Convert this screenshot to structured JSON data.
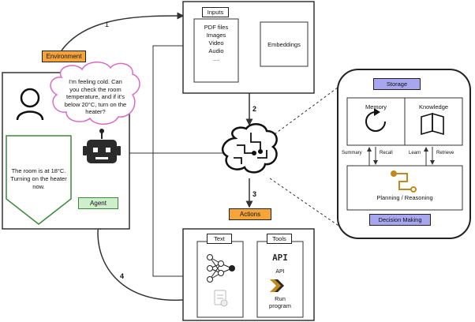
{
  "environment": {
    "label": "Environment"
  },
  "user_speech": {
    "line1": "I'm feeling cold. Can",
    "line2": "you check the room",
    "line3": "temperature, and if it's",
    "line4": "below 20°C, turn on the",
    "line5": "heater?"
  },
  "agent_speech": {
    "line1": "The room is at 18°C.",
    "line2": "Turning on the heater",
    "line3": "now."
  },
  "agent": {
    "label": "Agent"
  },
  "inputs": {
    "title": "Inputs",
    "items": [
      "PDF files",
      "Images",
      "Video",
      "Audio",
      "...."
    ],
    "embeddings_label": "Embeddings"
  },
  "steps": {
    "s1": "1",
    "s2": "2",
    "s3": "3",
    "s4": "4"
  },
  "actions": {
    "label": "Actions",
    "text_title": "Text",
    "tools_title": "Tools",
    "api_logo": "API",
    "api_label": "API",
    "run_line1": "Run",
    "run_line2": "program"
  },
  "storage": {
    "label": "Storage",
    "memory": "Memory",
    "knowledge": "Knowledge",
    "summary": "Summary",
    "recall": "Recall",
    "learn": "Learn",
    "retrieve": "Retrieve",
    "planning": "Planning / Reasoning",
    "decision": "Decision Making"
  },
  "colors": {
    "orange": "#f5a43a",
    "green": "#cfeecb",
    "green_border": "#3a8a3a",
    "purple": "#a7a6ef",
    "pink": "#d96ac8"
  }
}
